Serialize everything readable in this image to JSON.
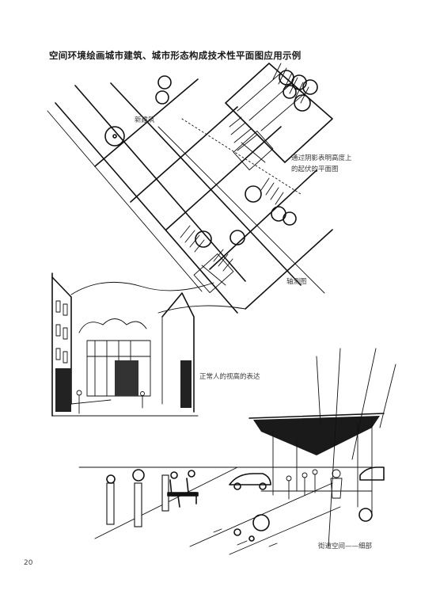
{
  "page": {
    "title": "空间环境绘画城市建筑、城市形态构成技术性平面图应用示例",
    "page_number": "20"
  },
  "labels": {
    "new_building": "新建筑",
    "shadow_plan_line1": "通过阴影表明高度上",
    "shadow_plan_line2": "的起伏的平面图",
    "axonometric": "轴测图",
    "eye_level": "正常人的视高的表达",
    "street_detail": "街道空间——细部"
  }
}
